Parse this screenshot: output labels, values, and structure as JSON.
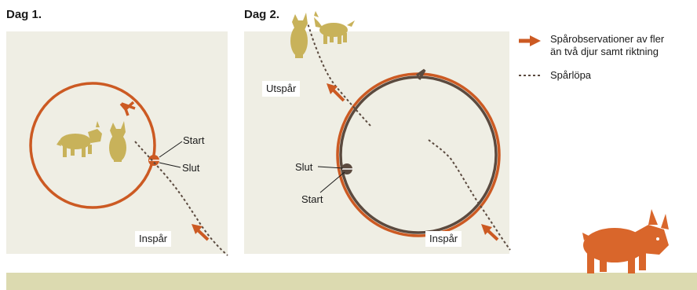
{
  "panels": {
    "day1": {
      "title": "Dag 1.",
      "labels": {
        "start": "Start",
        "end": "Slut",
        "track_in": "Inspår"
      }
    },
    "day2": {
      "title": "Dag 2.",
      "labels": {
        "start": "Start",
        "end": "Slut",
        "track_in": "Inspår",
        "track_out": "Utspår"
      }
    }
  },
  "legend": {
    "arrow_text_line1": "Spårobservationer av fler",
    "arrow_text_line2": "än två djur samt riktning",
    "dotted_text": "Spårlöpa"
  },
  "colors": {
    "track_orange": "#cc5a23",
    "track_brown": "#5b4a3f",
    "lynx_pale": "#c8b25a",
    "lynx_orange": "#d9662b",
    "panel_bg": "#efeee4",
    "ground": "#dcdab0"
  }
}
